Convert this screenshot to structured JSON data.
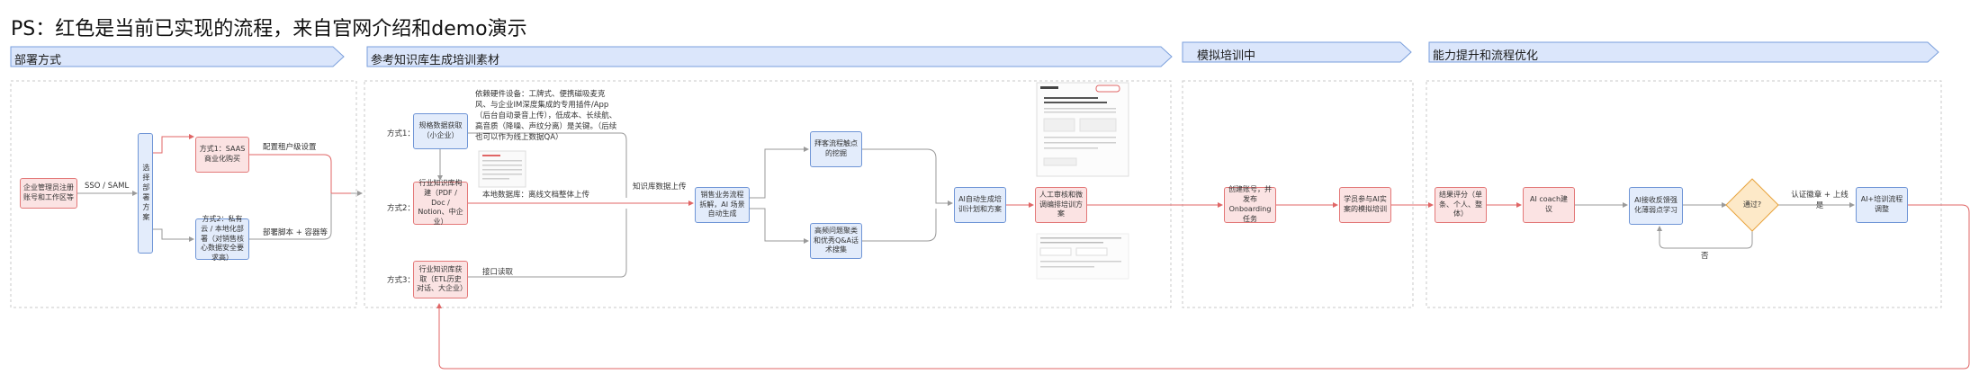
{
  "title": "PS：红色是当前已实现的流程，来自官网介绍和demo演示",
  "sections": [
    "部署方式",
    "参考知识库生成培训素材",
    "模拟培训中",
    "能力提升和流程优化"
  ],
  "deploy": {
    "start_box": "企业管理员注册账号和工作区等",
    "sso_label": "SSO / SAML",
    "choose_box": "选择部署方案",
    "saas_box": "方式1：SAAS商业化购买",
    "saas_label": "配置租户级设置",
    "private_box": "方式2：私有云 / 本地化部署（对销售核心数据安全要求高）",
    "private_label": "部署脚本 + 容器等"
  },
  "knowledge": {
    "way1": "方式1：",
    "way2": "方式2：",
    "way3": "方式3：",
    "spec_box": "规格数据获取（小企业）",
    "spec_note": "依赖硬件设备：工牌式、便携磁吸麦克风、与企业IM深度集成的专用插件/App（后台自动录音上传），低成本、长续航、高音质（降噪、声纹分离）是关键。（后续也可以作为线上数据QA）",
    "industry_box": "行业知识库构建（PDF / Doc / Notion、中企业）",
    "local_label": "本地数据库：离线文档整体上传",
    "api_box": "行业知识库获取（ETL历史对话、大企业）",
    "api_label": "接口读取",
    "upload_label": "知识库数据上传",
    "sales_box": "销售业务流程拆解，AI 场景自动生成",
    "pain_box": "拜客流程触点的挖掘",
    "qa_box": "高频问题聚类和优秀Q&A话术搜集",
    "plan_box": "AI自动生成培训计划和方案",
    "review_box": "人工审核和微调编排培训方案"
  },
  "training": {
    "create_box": "创建账号，并发布 Onboarding 任务",
    "student_box": "学员参与AI实案的模拟培训"
  },
  "improve": {
    "score_box": "结果评分（单条、个人、整体）",
    "coach_box": "AI coach建议",
    "weak_box": "AI接收反馈强化薄弱点学习",
    "pass_label": "通过?",
    "no_label": "否",
    "cert_label": "认证徽章 + 上线是",
    "optimize_box": "AI+培训流程调整"
  },
  "colors": {
    "red_fill": "#fbe3e3",
    "red_stroke": "#e37878",
    "blue_fill": "#e3ecfb",
    "blue_stroke": "#6f95d6",
    "section_fill": "#dbe6fb",
    "section_stroke": "#7a9fdc",
    "diamond_fill": "#fde9c8",
    "diamond_stroke": "#e8a23a",
    "line_gray": "#9a9a9a",
    "line_red": "#e06666"
  }
}
